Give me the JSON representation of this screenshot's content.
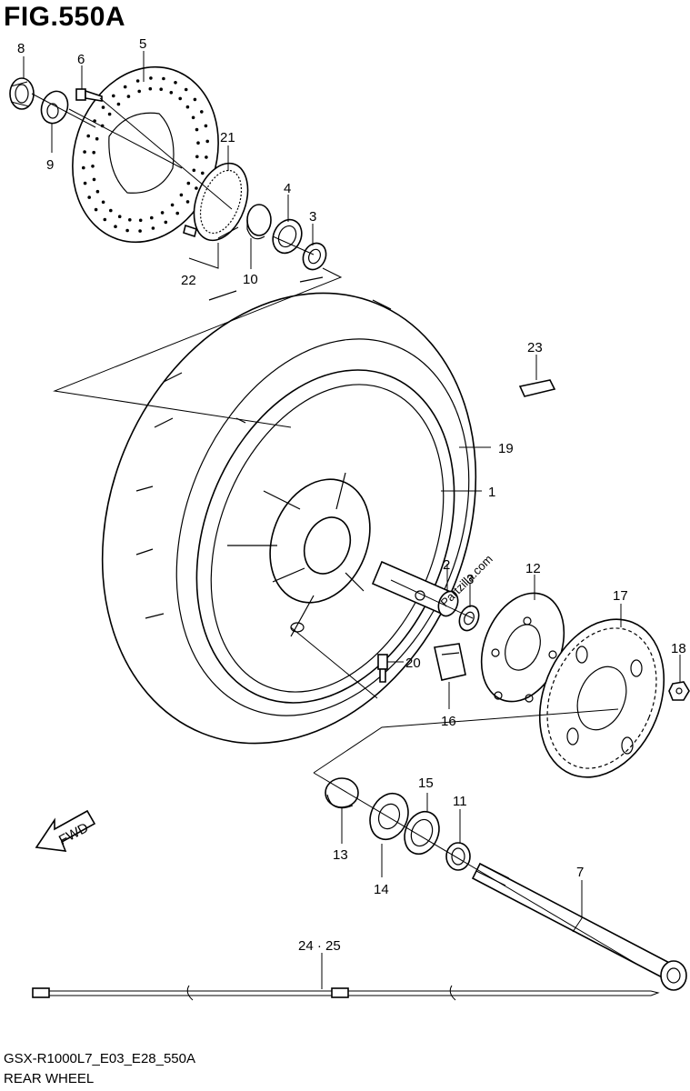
{
  "figure": {
    "title": "FIG.550A"
  },
  "footer": {
    "model_code": "GSX-R1000L7_E03_E28_550A",
    "name": "REAR WHEEL"
  },
  "watermark": "Partzilla.com",
  "fwd_label": "FWD",
  "callouts": {
    "c1": "1",
    "c2": "2",
    "c3a": "3",
    "c3b": "3",
    "c4": "4",
    "c5": "5",
    "c6": "6",
    "c7": "7",
    "c8": "8",
    "c9": "9",
    "c10": "10",
    "c11": "11",
    "c12": "12",
    "c13": "13",
    "c14": "14",
    "c15": "15",
    "c16": "16",
    "c17": "17",
    "c18": "18",
    "c19": "19",
    "c20": "20",
    "c21": "21",
    "c22": "22",
    "c23": "23",
    "c2425": "24 · 25"
  },
  "icons": {
    "fwd_arrow": "fwd-arrow-icon"
  }
}
